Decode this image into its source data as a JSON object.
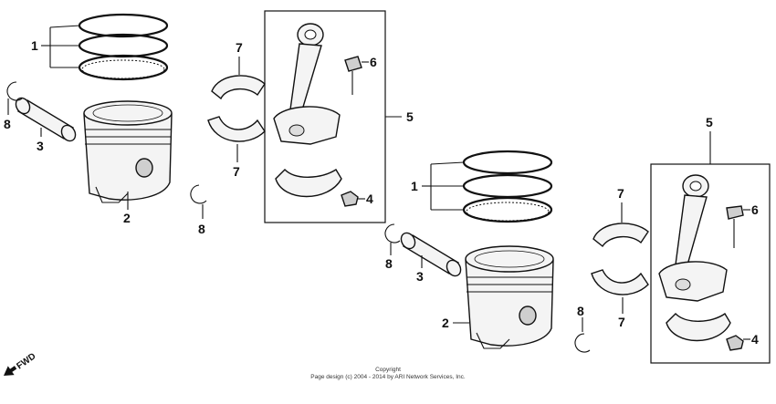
{
  "callouts": {
    "left_rings": "1",
    "left_piston": "2",
    "left_pin": "3",
    "left_nut": "4",
    "left_rod_assembly": "5",
    "left_bolt": "6",
    "left_bearing_top": "7",
    "left_bearing_bottom": "7",
    "left_clip_outer": "8",
    "left_clip_inner": "8",
    "right_rings": "1",
    "right_piston": "2",
    "right_pin": "3",
    "right_nut": "4",
    "right_rod_assembly": "5",
    "right_bolt": "6",
    "right_bearing_top": "7",
    "right_bearing_bottom": "7",
    "right_clip_outer": "8",
    "right_clip_inner": "8"
  },
  "fwd_label": "FWD",
  "copyright": {
    "line1": "Copyright",
    "line2": "Page design (c) 2004 - 2014 by ARI Network Services, Inc."
  }
}
